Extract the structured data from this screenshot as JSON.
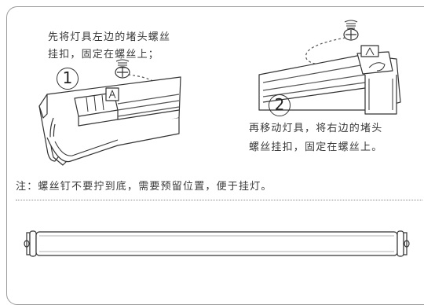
{
  "step1": {
    "number": "1",
    "line1": "先将灯具左边的堵头螺丝",
    "line2": "挂扣，固定在螺丝上；"
  },
  "step2": {
    "number": "2",
    "line1": "再移动灯具，将右边的堵头",
    "line2": "螺丝挂扣，固定在螺丝上。"
  },
  "note": "注：螺丝钉不要拧到底，需要预留位置，便于挂灯。",
  "colors": {
    "line": "#333333",
    "frame": "#9a9a9a",
    "text": "#3a3a3a"
  },
  "icons": [
    "screw-icon",
    "lamp-end-cap",
    "lamp-tube"
  ]
}
